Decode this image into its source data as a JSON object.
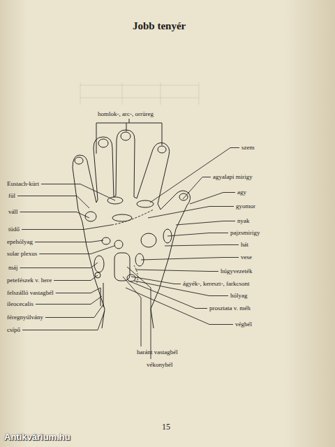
{
  "diagram": {
    "title": "Jobb tenyér",
    "labels": [
      "homlok-, arc-, orrüreg",
      "szem",
      "Eustach-kürt",
      "agyalapi mirigy",
      "fül",
      "agy",
      "váll",
      "gyomor",
      "tüdő",
      "nyak",
      "epehólyag",
      "pajzsmirigy",
      "solar plexus",
      "hát",
      "máj",
      "vese",
      "petefészek v. here",
      "húgyvezeték",
      "felszálló vastagbél",
      "ágyék-, kereszt-, farkcsont",
      "ileocecalis",
      "hólyag",
      "féregnyúlvány",
      "prosztata v. méh",
      "csípő",
      "végbél",
      "haránt vastagbél",
      "vékonybél",
      "15",
      "Antikvárium.hu"
    ]
  }
}
